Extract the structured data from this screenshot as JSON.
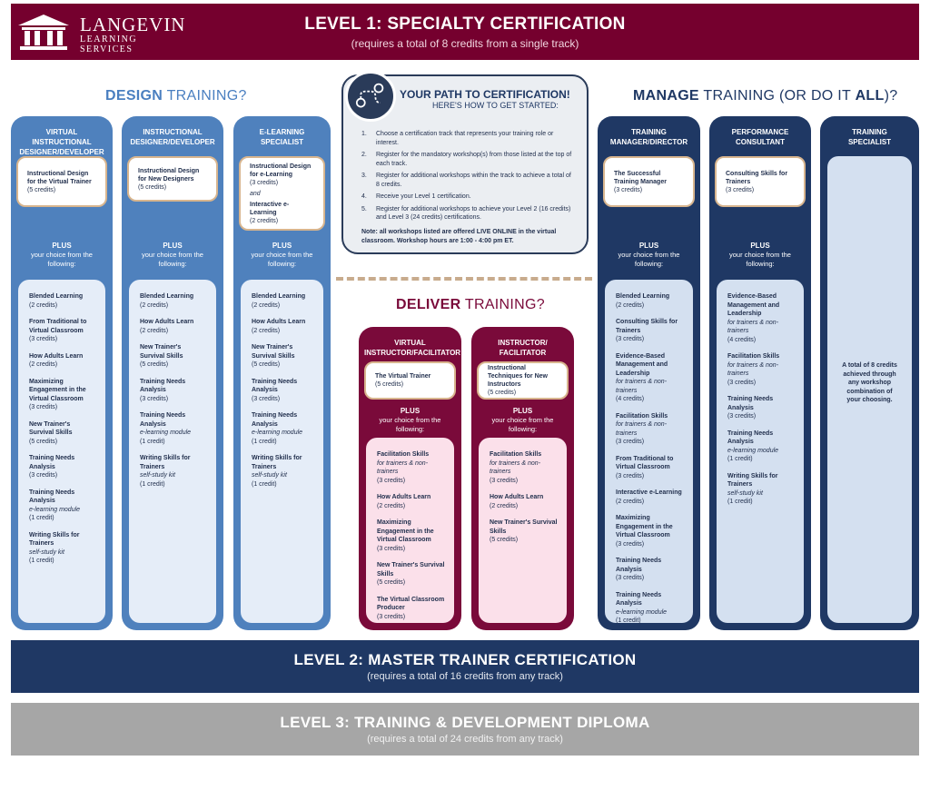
{
  "brand": {
    "name": "LANGEVIN",
    "tagline": "LEARNING SERVICES"
  },
  "level1": {
    "title": "LEVEL 1: SPECIALTY CERTIFICATION",
    "subtitle": "(requires a total of 8 credits from a single track)"
  },
  "design": {
    "bold": "DESIGN",
    "rest": " TRAINING?"
  },
  "manage": {
    "bold1": "MANAGE",
    "mid": " TRAINING (OR DO IT ",
    "bold2": "ALL",
    "end": ")?"
  },
  "deliver": {
    "bold": "DELIVER",
    "rest": " TRAINING?"
  },
  "plus": {
    "label": "PLUS",
    "text": "your choice from the following:"
  },
  "path": {
    "title": "YOUR PATH TO CERTIFICATION!",
    "subtitle": "HERE'S HOW TO GET STARTED:",
    "steps": [
      "Choose a certification track that represents your training role or interest.",
      "Register for the mandatory workshop(s) from those listed at the top of each track.",
      "Register for additional workshops within the track to achieve a total of 8 credits.",
      "Receive your Level 1 certification.",
      "Register for additional workshops to achieve your Level 2 (16 credits) and Level 3 (24 credits) certifications."
    ],
    "note": "Note: all workshops listed are offered LIVE ONLINE in the virtual classroom.  Workshop hours are 1:00 - 4:00 pm ET."
  },
  "tracks": {
    "vid": {
      "title": "VIRTUAL INSTRUCTIONAL DESIGNER/DEVELOPER",
      "mandatory": [
        {
          "name": "Instructional Design for the Virtual Trainer",
          "credits": "(5 credits)"
        }
      ],
      "options": [
        {
          "name": "Blended Learning",
          "credits": "(2 credits)"
        },
        {
          "name": "From Traditional to Virtual Classroom",
          "credits": "(3 credits)"
        },
        {
          "name": "How Adults Learn",
          "credits": "(2 credits)"
        },
        {
          "name": "Maximizing Engagement in the Virtual Classroom",
          "credits": "(3 credits)"
        },
        {
          "name": "New Trainer's Survival Skills",
          "credits": "(5 credits)"
        },
        {
          "name": "Training Needs Analysis",
          "credits": "(3 credits)"
        },
        {
          "name": "Training Needs Analysis",
          "note": "e-learning module",
          "credits": "(1 credit)"
        },
        {
          "name": "Writing Skills for Trainers",
          "note": "self-study kit",
          "credits": "(1 credit)"
        }
      ]
    },
    "id": {
      "title": "INSTRUCTIONAL DESIGNER/DEVELOPER",
      "mandatory": [
        {
          "name": "Instructional Design for New Designers",
          "credits": "(5 credits)"
        }
      ],
      "options": [
        {
          "name": "Blended Learning",
          "credits": "(2 credits)"
        },
        {
          "name": "How Adults Learn",
          "credits": "(2 credits)"
        },
        {
          "name": "New Trainer's Survival Skills",
          "credits": "(5 credits)"
        },
        {
          "name": "Training Needs Analysis",
          "credits": "(3 credits)"
        },
        {
          "name": "Training Needs Analysis",
          "note": "e-learning module",
          "credits": "(1 credit)"
        },
        {
          "name": "Writing Skills for Trainers",
          "note": "self-study kit",
          "credits": "(1 credit)"
        }
      ]
    },
    "els": {
      "title": "E-LEARNING SPECIALIST",
      "mandatory": [
        {
          "name": "Instructional Design for e-Learning",
          "credits": "(3 credits)"
        },
        {
          "name": "Interactive e-Learning",
          "credits": "(2 credits)"
        }
      ],
      "and": "and",
      "options": [
        {
          "name": "Blended Learning",
          "credits": "(2 credits)"
        },
        {
          "name": "How Adults Learn",
          "credits": "(2 credits)"
        },
        {
          "name": "New Trainer's Survival Skills",
          "credits": "(5 credits)"
        },
        {
          "name": "Training Needs Analysis",
          "credits": "(3 credits)"
        },
        {
          "name": "Training Needs Analysis",
          "note": "e-learning module",
          "credits": "(1 credit)"
        },
        {
          "name": "Writing Skills for Trainers",
          "note": "self-study kit",
          "credits": "(1 credit)"
        }
      ]
    },
    "vif": {
      "title": "VIRTUAL INSTRUCTOR/FACILITATOR",
      "mandatory": [
        {
          "name": "The Virtual Trainer",
          "credits": "(5 credits)"
        }
      ],
      "options": [
        {
          "name": "Facilitation Skills",
          "note": "for trainers & non-trainers",
          "credits": "(3 credits)"
        },
        {
          "name": "How Adults Learn",
          "credits": "(2 credits)"
        },
        {
          "name": "Maximizing Engagement in the Virtual Classroom",
          "credits": "(3 credits)"
        },
        {
          "name": "New Trainer's Survival Skills",
          "credits": "(5 credits)"
        },
        {
          "name": "The Virtual Classroom Producer",
          "credits": "(3 credits)"
        }
      ]
    },
    "if": {
      "title": "INSTRUCTOR/ FACILITATOR",
      "mandatory": [
        {
          "name": "Instructional Techniques for New Instructors",
          "credits": "(5 credits)"
        }
      ],
      "options": [
        {
          "name": "Facilitation Skills",
          "note": "for trainers & non-trainers",
          "credits": "(3 credits)"
        },
        {
          "name": "How Adults Learn",
          "credits": "(2 credits)"
        },
        {
          "name": "New Trainer's Survival Skills",
          "credits": "(5 credits)"
        }
      ]
    },
    "tmd": {
      "title": "TRAINING MANAGER/DIRECTOR",
      "mandatory": [
        {
          "name": "The Successful Training Manager",
          "credits": "(3 credits)"
        }
      ],
      "options": [
        {
          "name": "Blended Learning",
          "credits": "(2 credits)"
        },
        {
          "name": "Consulting Skills for Trainers",
          "credits": "(3 credits)"
        },
        {
          "name": "Evidence-Based Management and Leadership",
          "note": "for trainers & non-trainers",
          "credits": "(4 credits)"
        },
        {
          "name": "Facilitation Skills",
          "note": "for trainers & non-trainers",
          "credits": "(3 credits)"
        },
        {
          "name": "From Traditional to Virtual Classroom",
          "credits": "(3 credits)"
        },
        {
          "name": "Interactive e-Learning",
          "credits": "(2 credits)"
        },
        {
          "name": "Maximizing Engagement in the Virtual Classroom",
          "credits": "(3 credits)"
        },
        {
          "name": "Training Needs Analysis",
          "credits": "(3 credits)"
        },
        {
          "name": "Training Needs Analysis",
          "note": "e-learning module",
          "credits": "(1 credit)"
        }
      ]
    },
    "pc": {
      "title": "PERFORMANCE CONSULTANT",
      "mandatory": [
        {
          "name": "Consulting Skills for Trainers",
          "credits": "(3 credits)"
        }
      ],
      "options": [
        {
          "name": "Evidence-Based Management and Leadership",
          "note": "for trainers & non-trainers",
          "credits": "(4 credits)"
        },
        {
          "name": "Facilitation Skills",
          "note": "for trainers & non-trainers",
          "credits": "(3 credits)"
        },
        {
          "name": "Training Needs Analysis",
          "credits": "(3 credits)"
        },
        {
          "name": "Training Needs Analysis",
          "note": "e-learning module",
          "credits": "(1 credit)"
        },
        {
          "name": "Writing Skills for Trainers",
          "note": "self-study kit",
          "credits": "(1 credit)"
        }
      ]
    },
    "ts": {
      "title": "TRAINING SPECIALIST",
      "text": "A total of 8 credits achieved through any workshop combination of your choosing."
    }
  },
  "level2": {
    "title": "LEVEL 2: MASTER TRAINER CERTIFICATION",
    "subtitle": "(requires a total of 16 credits from any track)"
  },
  "level3": {
    "title": "LEVEL 3: TRAINING & DEVELOPMENT DIPLOMA",
    "subtitle": "(requires a total of 24 credits from any track)"
  }
}
